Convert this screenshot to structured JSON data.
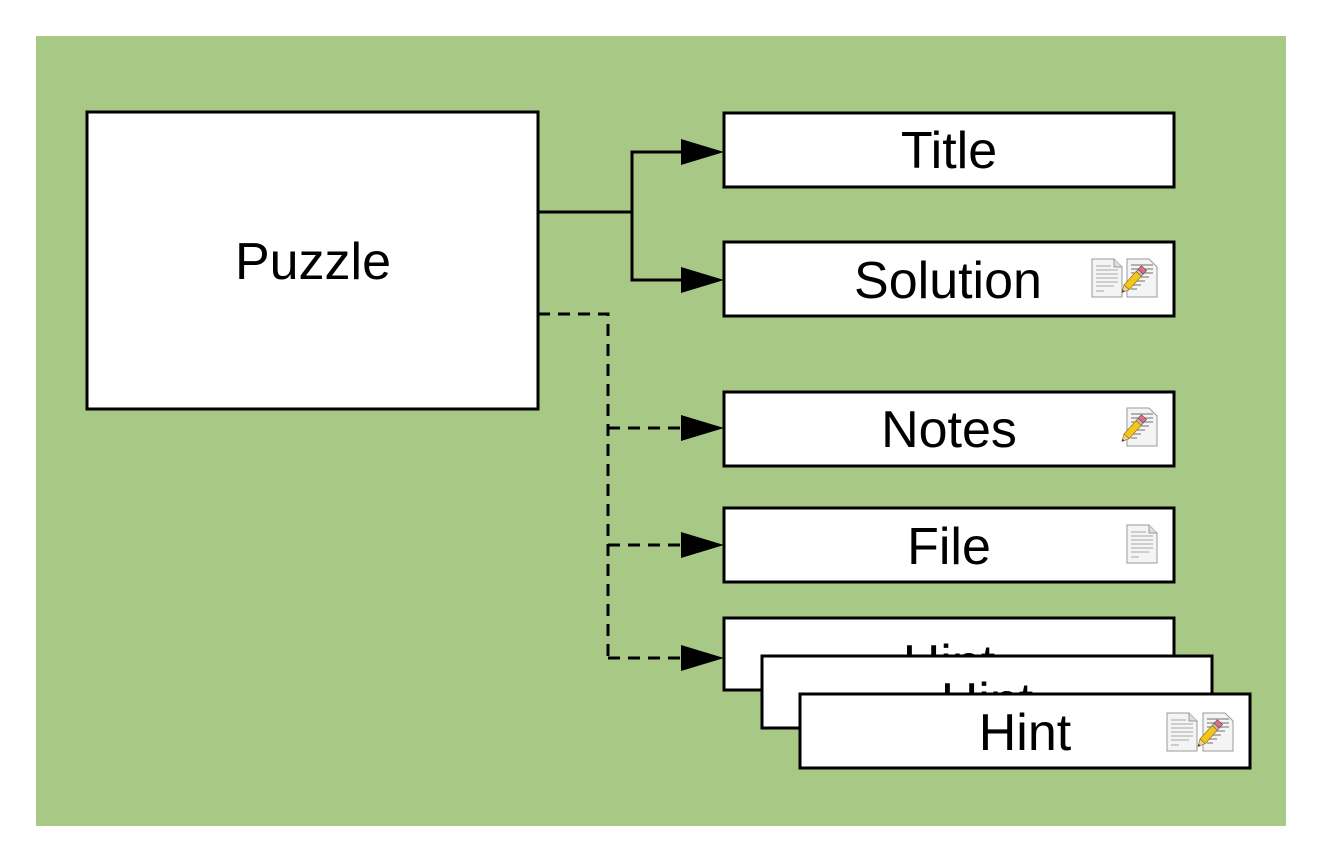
{
  "diagram": {
    "background_color": "#a8c986",
    "root": {
      "label": "Puzzle"
    },
    "fields": [
      {
        "id": "title",
        "label": "Title",
        "required": true,
        "icons": []
      },
      {
        "id": "solution",
        "label": "Solution",
        "required": true,
        "icons": [
          "document-icon",
          "edit-pencil-icon"
        ]
      },
      {
        "id": "notes",
        "label": "Notes",
        "required": false,
        "icons": [
          "edit-pencil-icon"
        ]
      },
      {
        "id": "file",
        "label": "File",
        "required": false,
        "icons": [
          "document-icon"
        ]
      },
      {
        "id": "hint",
        "label": "Hint",
        "required": false,
        "icons": [
          "document-icon",
          "edit-pencil-icon"
        ],
        "stack": [
          "Hint",
          "Hint",
          "Hint"
        ]
      }
    ]
  }
}
